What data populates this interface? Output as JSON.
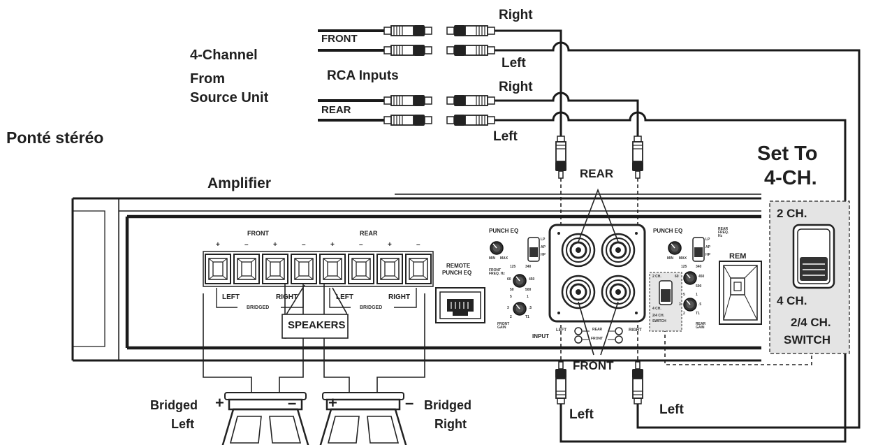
{
  "page_title": "Ponté stéréo",
  "source": {
    "title_line1": "4-Channel",
    "title_line2": "From",
    "title_line3": "Source Unit",
    "rca_inputs": "RCA Inputs",
    "front": "FRONT",
    "rear": "REAR",
    "front_right": "Right",
    "front_left": "Left",
    "rear_right": "Right",
    "rear_left": "Left"
  },
  "amplifier": {
    "label": "Amplifier",
    "terminals": {
      "front": "FRONT",
      "rear": "REAR",
      "front_left": "LEFT",
      "front_right": "RIGHT",
      "rear_left": "LEFT",
      "rear_right": "RIGHT",
      "bridged": "BRIDGED",
      "polarity": [
        "+",
        "–",
        "+",
        "–",
        "+",
        "–",
        "+",
        "–"
      ]
    },
    "remote": {
      "line1": "REMOTE",
      "line2": "PUNCH EQ"
    },
    "front_controls": {
      "punch_eq": "PUNCH EQ",
      "min": "MIN",
      "max": "MAX",
      "freq_label": "FRONT FREQ. Hz",
      "freq_ticks": [
        "125",
        "340",
        "60",
        "450",
        "50",
        "500"
      ],
      "gain_ticks": [
        "5",
        "1",
        "3",
        ".5",
        "2",
        "T1"
      ],
      "gain_label": "FRONT GAIN",
      "filter": [
        "LP",
        "AP",
        "HP"
      ]
    },
    "rear_controls": {
      "punch_eq": "PUNCH EQ",
      "min": "MIN",
      "max": "MAX",
      "freq_label": "REAR FREQ. Hz",
      "freq_ticks": [
        "125",
        "340",
        "60",
        "450",
        "500"
      ],
      "gain_ticks": [
        "5",
        "1",
        "3",
        ".5",
        "2",
        "T1"
      ],
      "gain_label": "REAR GAIN",
      "filter": [
        "LP",
        "AP",
        "HP"
      ],
      "switch_top": "2 CH.",
      "switch_bottom": "4 CH.",
      "switch_caption_1": "2/4 CH.",
      "switch_caption_2": "SWITCH"
    },
    "input_panel": {
      "input": "INPUT",
      "left": "LEFT",
      "right": "RIGHT",
      "rear": "REAR",
      "front": "FRONT"
    },
    "rem": "REM"
  },
  "callouts": {
    "rear_inputs": "REAR",
    "front_inputs": "FRONT",
    "speakers": "SPEAKERS",
    "set_to_line1": "Set To",
    "set_to_line2": "4-CH.",
    "switch_top": "2 CH.",
    "switch_bottom": "4 CH.",
    "switch_caption_1": "2/4 CH.",
    "switch_caption_2": "SWITCH",
    "bottom_left_1": "Left",
    "bottom_left_2": "Left"
  },
  "speakers": {
    "left_line1": "Bridged",
    "left_line2": "Left",
    "right_line1": "Bridged",
    "right_line2": "Right",
    "plus": "+",
    "minus": "–"
  }
}
